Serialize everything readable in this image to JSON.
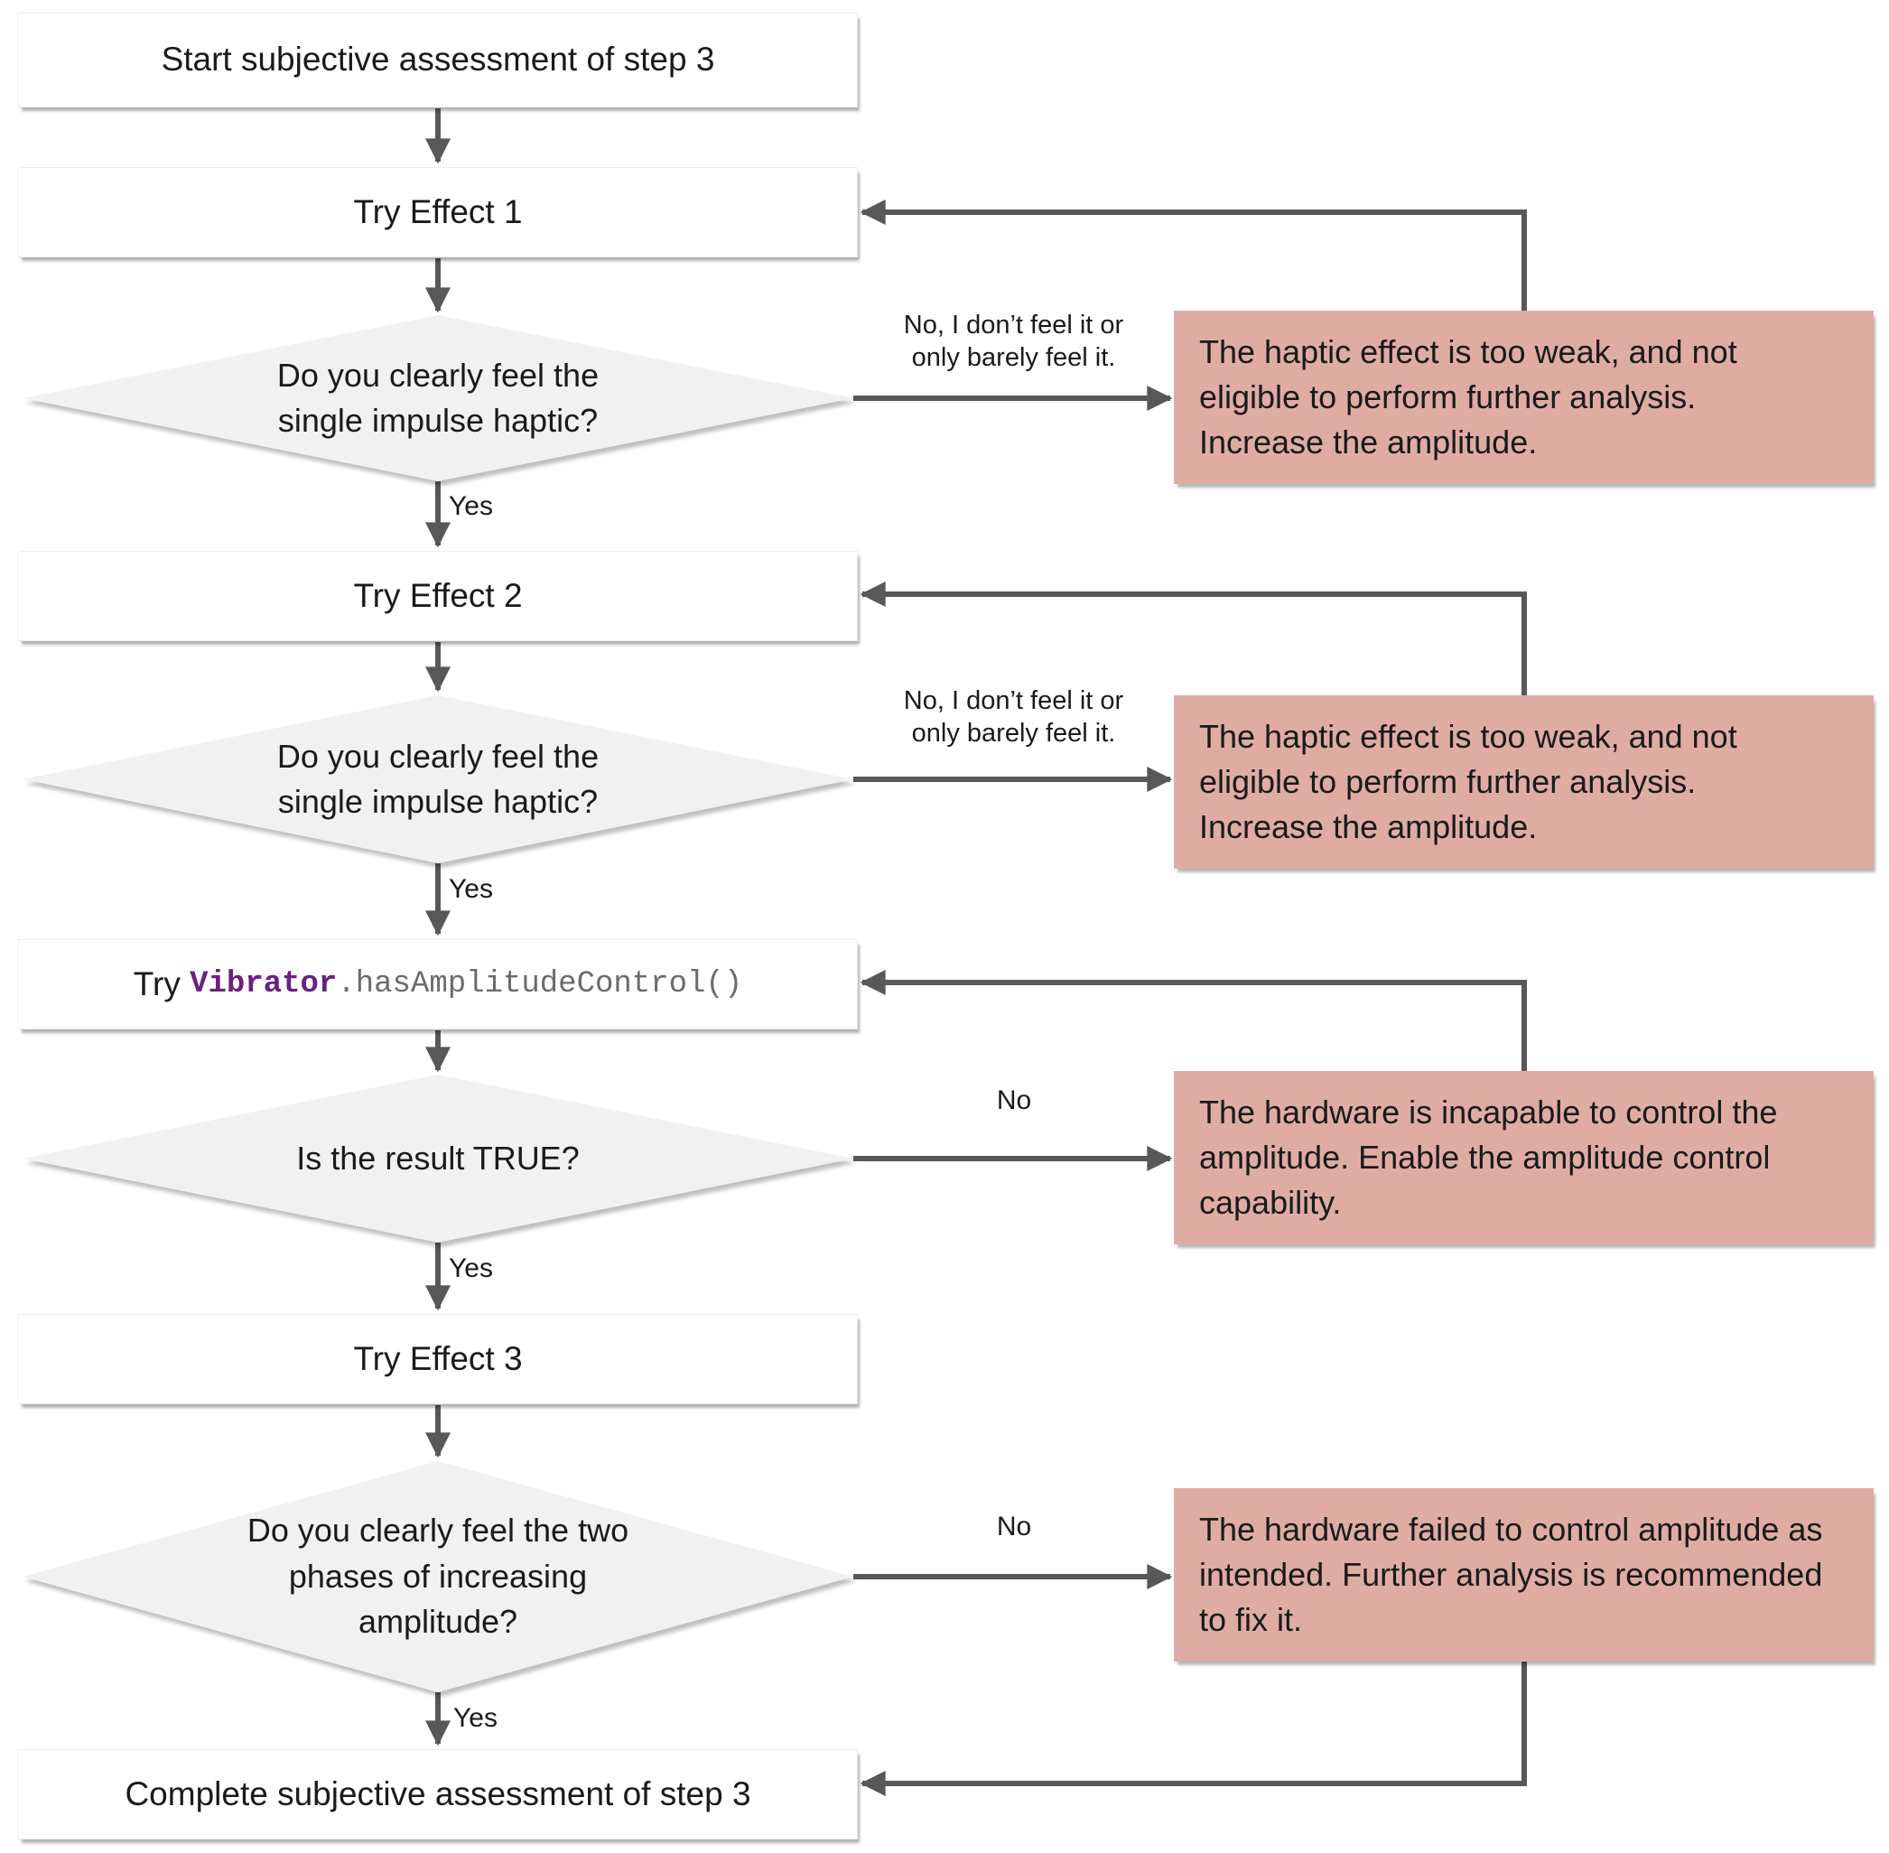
{
  "diagram": {
    "colors": {
      "process_fill": "#FFFFFF",
      "process_border": "#EDEDED",
      "decision_fill": "#F1F1F2",
      "warning_fill": "#DFACA4",
      "arrow": "#58585A",
      "text": "#1A1A1A",
      "code_class": "#6A2180",
      "code_rest": "#6B6B6B"
    },
    "nodes": {
      "start": {
        "label": "Start subjective assessment of step 3"
      },
      "try_effect_1": {
        "label": "Try Effect 1"
      },
      "decision_feel_1": {
        "label": "Do you clearly feel the\nsingle impulse haptic?"
      },
      "try_effect_2": {
        "label": "Try Effect 2"
      },
      "decision_feel_2": {
        "label": "Do you clearly feel the\nsingle impulse haptic?"
      },
      "try_api": {
        "prefix": "Try ",
        "code_class": "Vibrator",
        "code_rest": ".hasAmplitudeControl()"
      },
      "decision_result_true": {
        "label": "Is the result TRUE?"
      },
      "try_effect_3": {
        "label": "Try Effect 3"
      },
      "decision_two_phases": {
        "label": "Do you clearly feel the two\nphases of increasing\namplitude?"
      },
      "complete": {
        "label": "Complete subjective assessment of step 3"
      }
    },
    "warnings": {
      "too_weak_1": {
        "text": "The haptic effect is too weak, and not\neligible to perform further analysis.\nIncrease the amplitude."
      },
      "too_weak_2": {
        "text": "The haptic effect is too weak, and not\neligible to perform further analysis.\nIncrease the amplitude."
      },
      "incapable": {
        "text": "The hardware is incapable to control the\namplitude. Enable the amplitude control\ncapability."
      },
      "failed": {
        "text": "The hardware failed to control amplitude as\nintended. Further analysis is recommended\nto fix it."
      }
    },
    "edge_labels": {
      "yes_1": "Yes",
      "yes_2": "Yes",
      "yes_3": "Yes",
      "yes_4": "Yes",
      "no_feel_1": "No, I don’t feel it or\nonly barely feel it.",
      "no_feel_2": "No, I don’t feel it or\nonly barely feel it.",
      "no_1": "No",
      "no_2": "No"
    }
  }
}
